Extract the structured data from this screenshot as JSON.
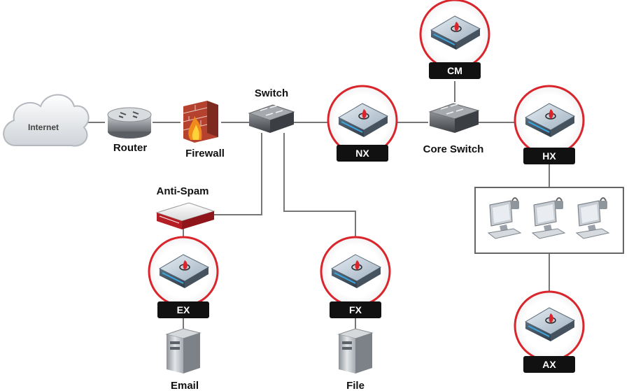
{
  "diagram": {
    "internet": "Internet",
    "router": "Router",
    "firewall": "Firewall",
    "switch": "Switch",
    "anti_spam": "Anti-Spam",
    "core_switch": "Core Switch",
    "email": "Email",
    "file": "File",
    "appliances": {
      "nx": "NX",
      "cm": "CM",
      "hx": "HX",
      "ex": "EX",
      "fx": "FX",
      "ax": "AX"
    }
  },
  "colors": {
    "ring": "#d9252b",
    "tag_bg": "#111111",
    "line": "#777777",
    "appliance_top": "#c9d6e2",
    "appliance_accent": "#3aa7e0"
  }
}
